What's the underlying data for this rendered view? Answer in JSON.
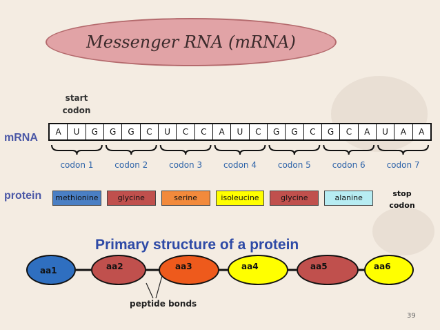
{
  "title": "Messenger RNA (mRNA)",
  "start_codon": [
    "start",
    "codon"
  ],
  "mrna_label": "mRNA",
  "protein_label": "protein",
  "bases": [
    "A",
    "U",
    "G",
    "G",
    "G",
    "C",
    "U",
    "C",
    "C",
    "A",
    "U",
    "C",
    "G",
    "G",
    "C",
    "G",
    "C",
    "A",
    "U",
    "A",
    "A"
  ],
  "codons": [
    "codon 1",
    "codon 2",
    "codon 3",
    "codon 4",
    "codon 5",
    "codon 6",
    "codon 7"
  ],
  "amino_acids": [
    {
      "name": "methionine",
      "color": "#4a7fc4"
    },
    {
      "name": "glycine",
      "color": "#c0504d"
    },
    {
      "name": "serine",
      "color": "#f28a3c"
    },
    {
      "name": "isoleucine",
      "color": "#ffff00"
    },
    {
      "name": "glycine",
      "color": "#c0504d"
    },
    {
      "name": "alanine",
      "color": "#b7ecf2"
    }
  ],
  "stop_codon": [
    "stop",
    "codon"
  ],
  "primary_structure_title": "Primary structure of a protein",
  "chain": [
    {
      "label": "aa1",
      "color": "#2f6fc0"
    },
    {
      "label": "aa2",
      "color": "#c0504d"
    },
    {
      "label": "aa3",
      "color": "#ee5a1c"
    },
    {
      "label": "aa4",
      "color": "#ffff00"
    },
    {
      "label": "aa5",
      "color": "#c0504d"
    },
    {
      "label": "aa6",
      "color": "#ffff00"
    }
  ],
  "peptide_bonds": "peptide bonds",
  "page_number": "39"
}
